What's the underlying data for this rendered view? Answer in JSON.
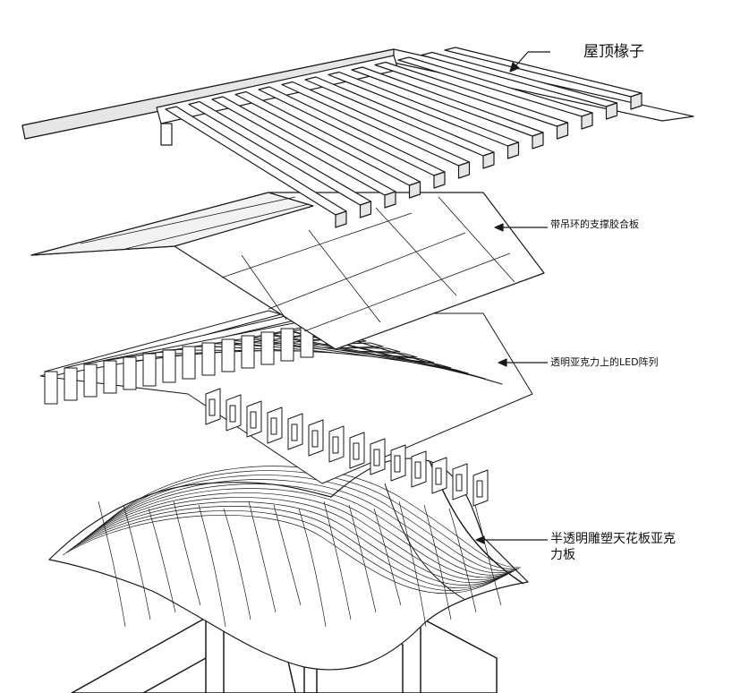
{
  "diagram": {
    "labels": {
      "roof_rafters": "屋顶椽子",
      "support_plywood": "带吊环的支撑胶合板",
      "led_array": "透明亚克力上的LED阵列",
      "sculpted_ceiling": "半透明雕塑天花板亚克力板"
    },
    "colors": {
      "line": "#1a1a1a",
      "face": "#ffffff",
      "shade": "#d9d9d9"
    }
  }
}
